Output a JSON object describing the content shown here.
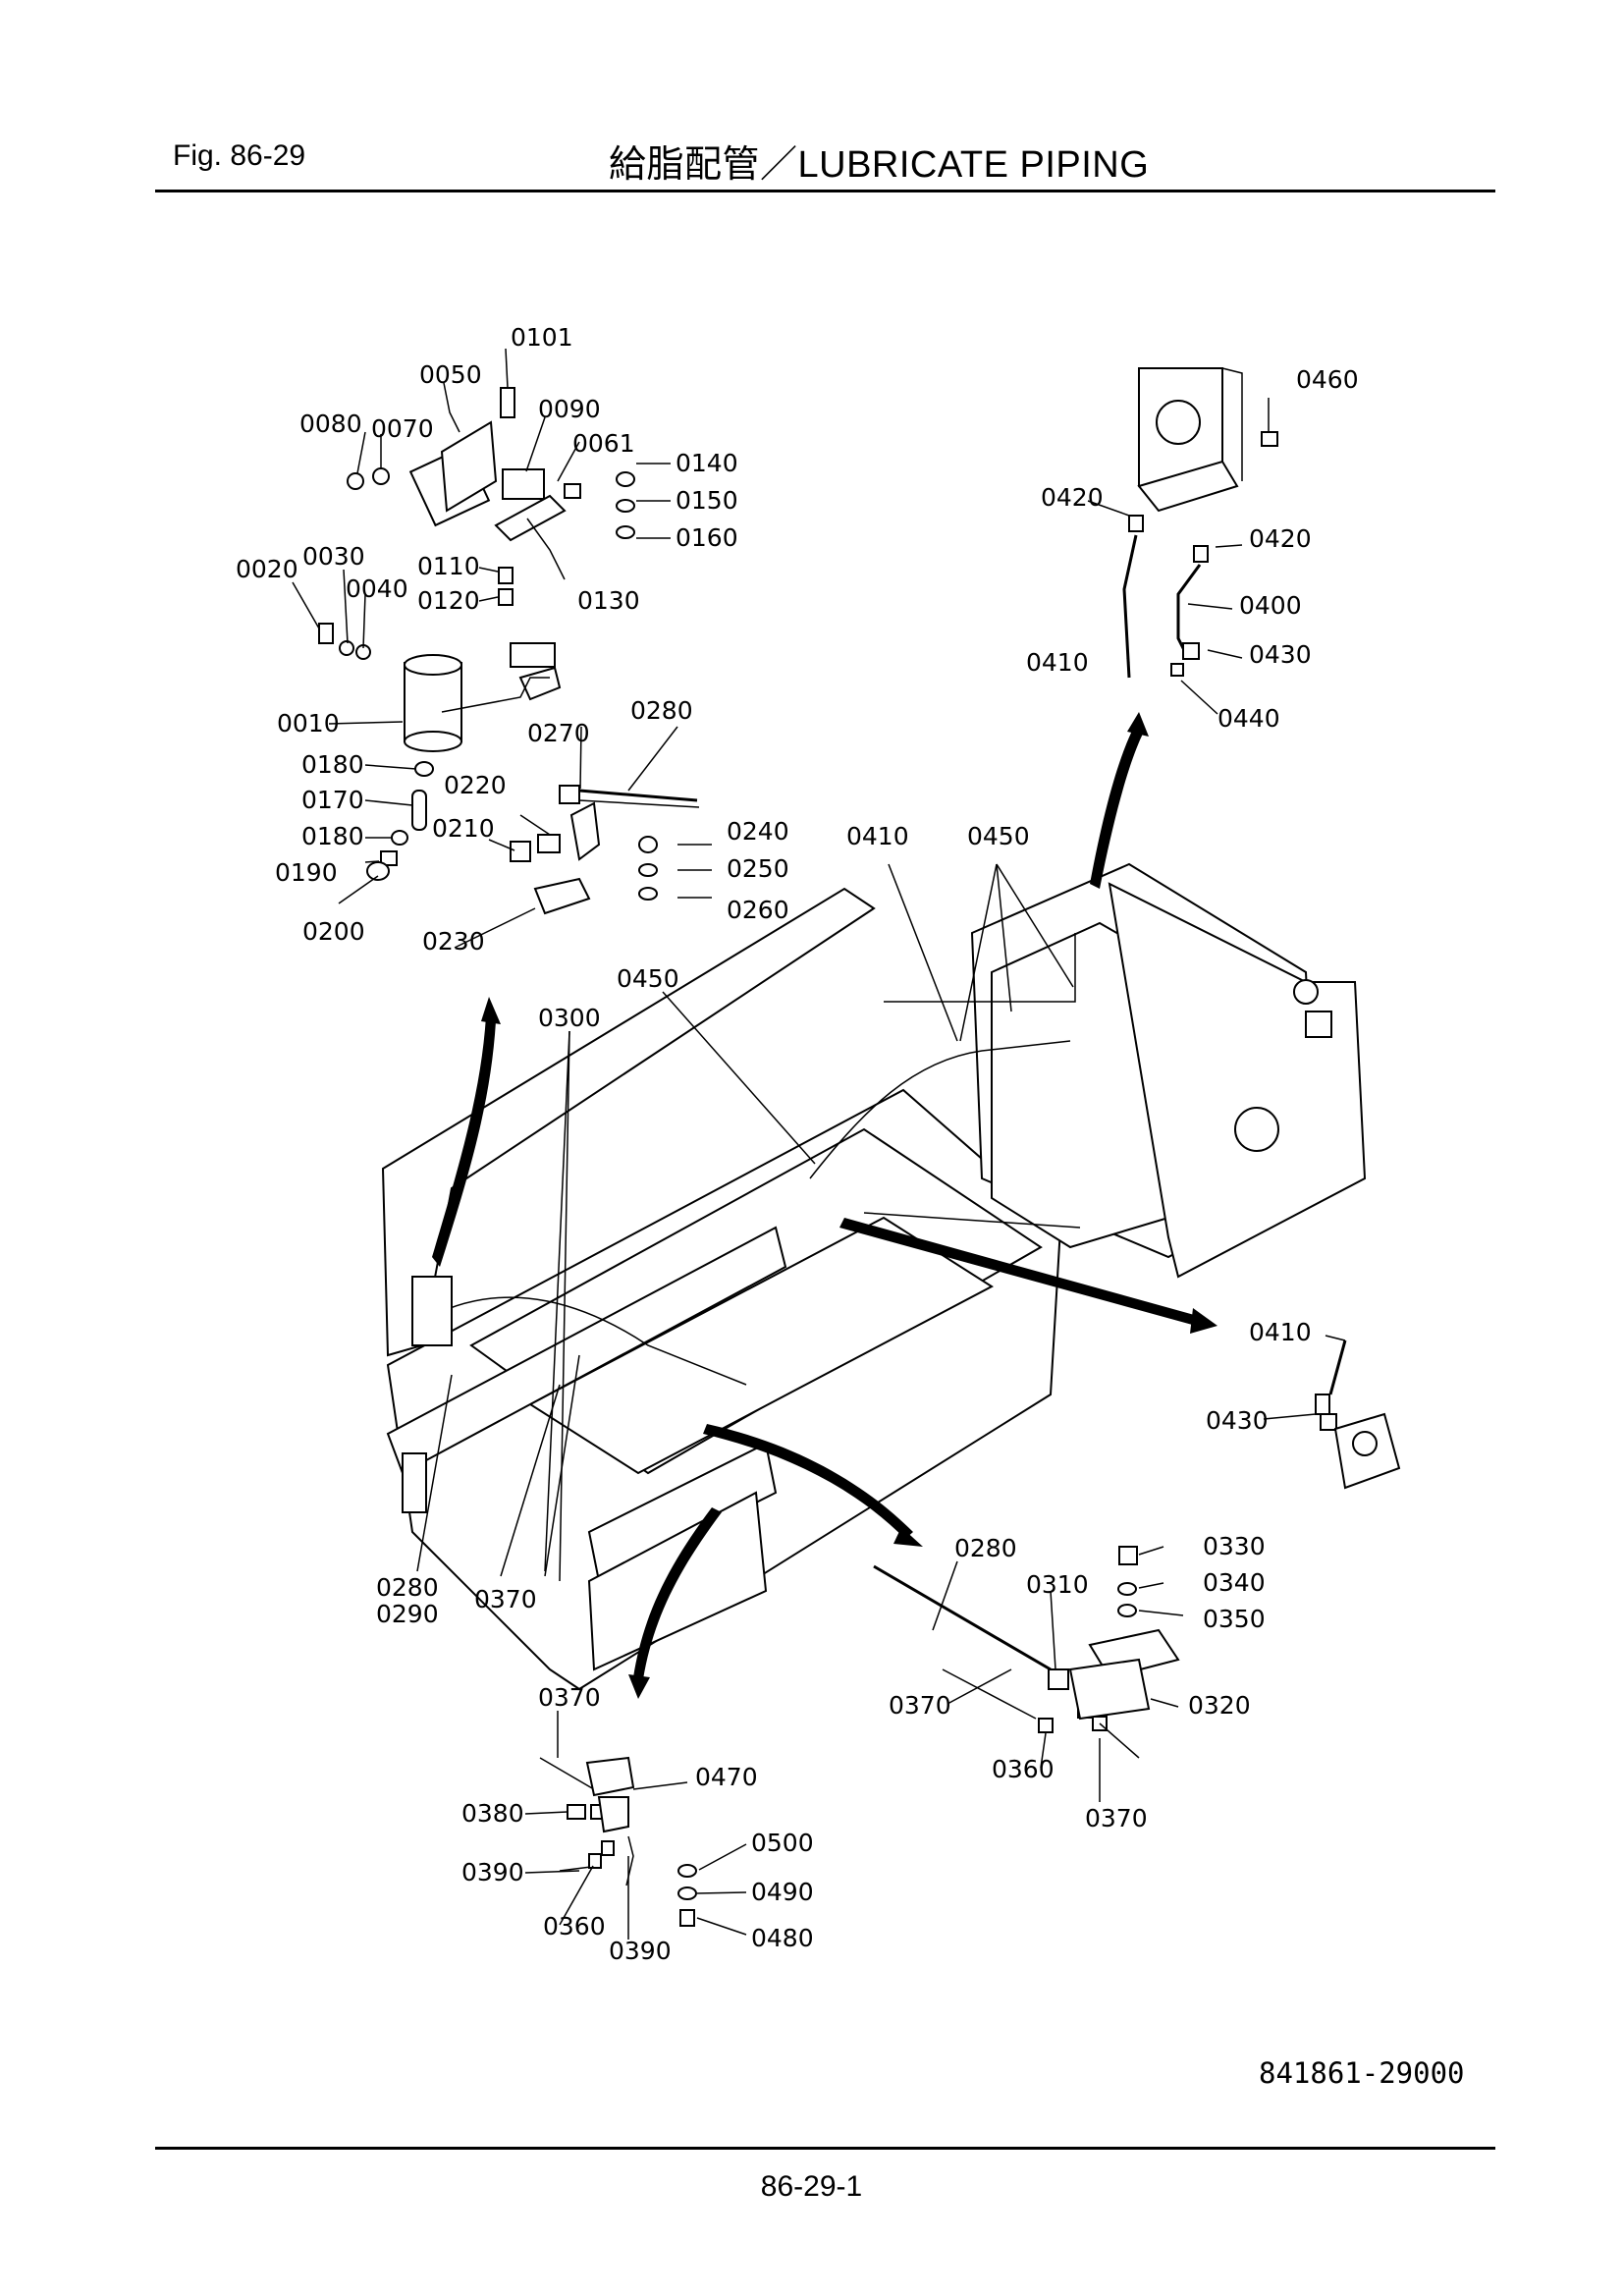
{
  "header": {
    "figure": "Fig.  86-29",
    "title": "給脂配管／LUBRICATE PIPING"
  },
  "footer": {
    "document_number": "841861-29000",
    "page_number": "86-29-1"
  },
  "labels": [
    "0101",
    "0050",
    "0090",
    "0080",
    "0070",
    "0061",
    "0140",
    "0150",
    "0160",
    "0020",
    "0030",
    "0040",
    "0110",
    "0120",
    "0130",
    "0010",
    "0280",
    "0270",
    "0180",
    "0170",
    "0220",
    "0240",
    "0180",
    "0210",
    "0250",
    "0190",
    "0260",
    "0200",
    "0230",
    "0410",
    "0450",
    "0460",
    "0420",
    "0420",
    "0400",
    "0410",
    "0430",
    "0440",
    "0450",
    "0300",
    "0410",
    "0430",
    "0280",
    "0290",
    "0370",
    "0280",
    "0330",
    "0310",
    "0340",
    "0350",
    "0370",
    "0320",
    "0360",
    "0370",
    "0370",
    "0470",
    "0380",
    "0500",
    "0390",
    "0490",
    "0360",
    "0390",
    "0480"
  ]
}
